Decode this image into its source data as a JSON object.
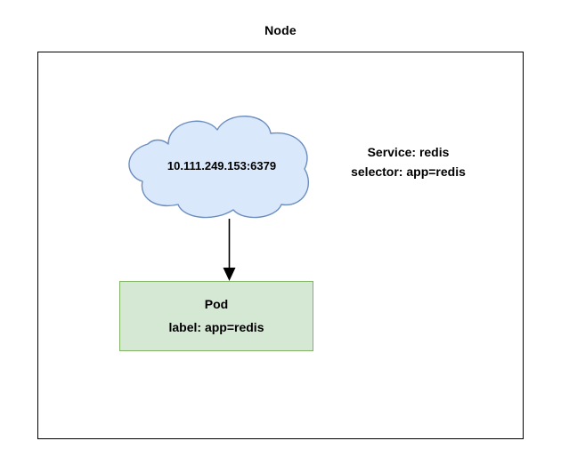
{
  "diagram": {
    "title": "Node",
    "background_color": "#ffffff",
    "node_box": {
      "label": "Node",
      "border_color": "#000000",
      "fill_color": "#ffffff"
    },
    "cloud": {
      "label": "10.111.249.153:6379",
      "fill_color": "#dae8fc",
      "border_color": "#6c8ebf",
      "shape": "cloud"
    },
    "service_note": {
      "line1": "Service: redis",
      "line2": "selector: app=redis"
    },
    "arrow": {
      "name": "service-to-pod-arrow",
      "color": "#000000",
      "direction": "down"
    },
    "pod_box": {
      "line1": "Pod",
      "line2": "label: app=redis",
      "fill_color": "#d5e8d4",
      "border_color": "#82b366"
    }
  }
}
